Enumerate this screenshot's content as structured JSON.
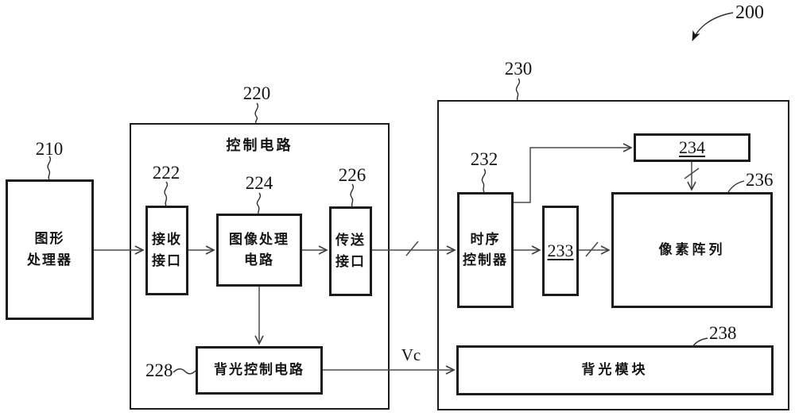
{
  "diagram": {
    "figure_ref": "200",
    "signal_vc": "Vc",
    "boxes": {
      "gpu": {
        "ref": "210",
        "label": "图形\n处理器"
      },
      "control_circuit": {
        "ref": "220",
        "title": "控制电路"
      },
      "rx_interface": {
        "ref": "222",
        "label": "接收\n接口"
      },
      "image_processing_circuit": {
        "ref": "224",
        "label": "图像处理\n电路"
      },
      "tx_interface": {
        "ref": "226",
        "label": "传送\n接口"
      },
      "backlight_control_circuit": {
        "ref": "228",
        "label": "背光控制电路"
      },
      "display_device": {
        "ref": "230"
      },
      "timing_controller": {
        "ref": "232",
        "label": "时序\n控制器"
      },
      "box_233": {
        "label": "233"
      },
      "box_234": {
        "label": "234"
      },
      "pixel_array": {
        "ref": "236",
        "label": "像素阵列"
      },
      "backlight_module": {
        "ref": "238",
        "label": "背光模块"
      }
    }
  }
}
